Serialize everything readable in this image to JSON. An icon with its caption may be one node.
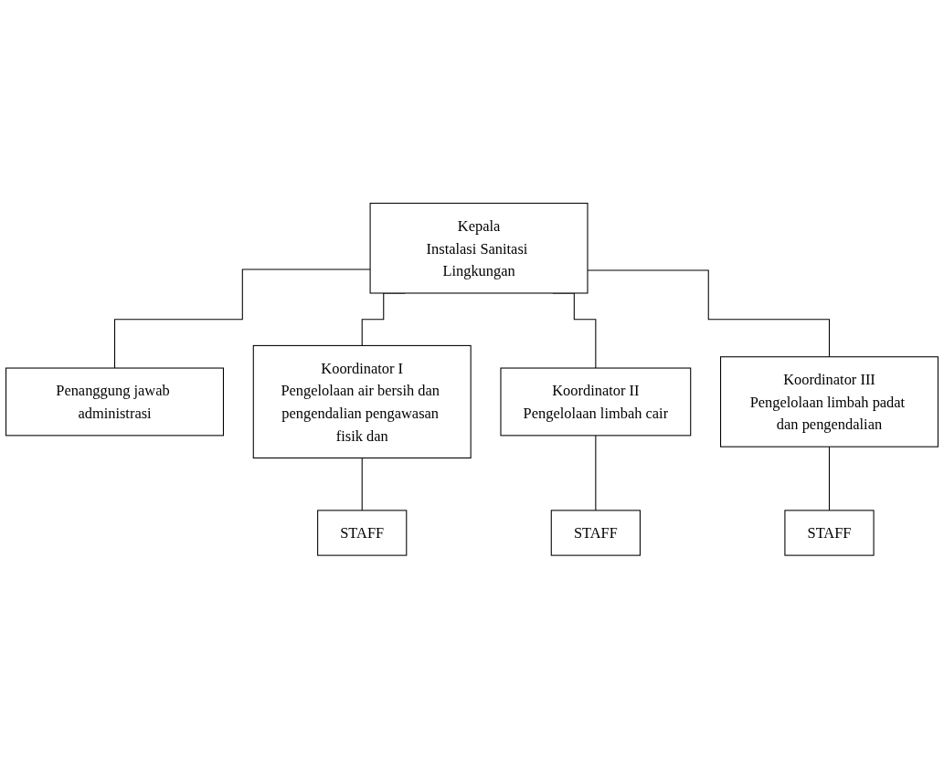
{
  "diagram": {
    "nodes": [
      {
        "text": [
          "Kepala",
          "Instalasi Sanitasi Lingkungan"
        ]
      },
      {
        "text": [
          "Penanggung jawab administrasi"
        ]
      },
      {
        "text": [
          "Koordinator I",
          "Pengelolaan air bersih dan pengendalian pengawasan fisik dan"
        ]
      },
      {
        "text": [
          "Koordinator II",
          "Pengelolaan limbah cair"
        ]
      },
      {
        "text": [
          "Koordinator III",
          "Pengelolaan limbah padat dan pengendalian"
        ]
      },
      {
        "text": [
          "STAFF"
        ]
      },
      {
        "text": [
          "STAFF"
        ]
      },
      {
        "text": [
          "STAFF"
        ]
      }
    ],
    "edges": [
      {
        "from": 0,
        "to": 1,
        "arrow": "none"
      },
      {
        "from": 0,
        "to": 2,
        "arrow": "none"
      },
      {
        "from": 0,
        "to": 3,
        "arrow": "none"
      },
      {
        "from": 0,
        "to": 4,
        "arrow": "none"
      },
      {
        "from": 2,
        "to": 5,
        "arrow": "none"
      },
      {
        "from": 3,
        "to": 6,
        "arrow": "none"
      },
      {
        "from": 4,
        "to": 7,
        "arrow": "none"
      }
    ]
  }
}
